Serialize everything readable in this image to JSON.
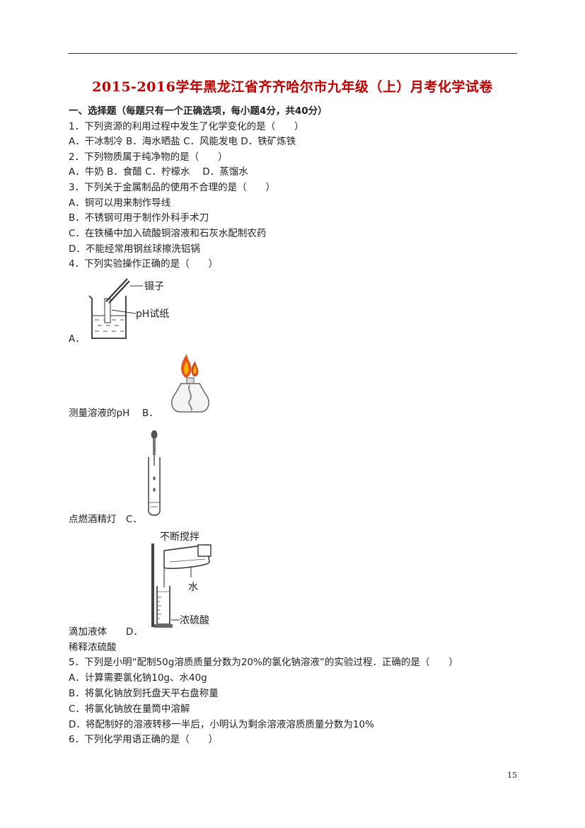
{
  "title": "2015-2016学年黑龙江省齐齐哈尔市九年级（上）月考化学试卷",
  "section": "一、选择题（每题只有一个正确选项，每小题4分，共40分）",
  "lines": {
    "q1": "1．下列资源的利用过程中发生了化学变化的是（　　）",
    "q1_opts": "A．干冰制冷 B．海水晒盐 C．风能发电 D．铁矿炼铁",
    "q2": "2．下列物质属于纯净物的是（　　）",
    "q2_opts": "A．牛奶 B．食醋 C．柠檬水　 D．蒸馏水",
    "q3": "3．下列关于金属制品的使用不合理的是（　　）",
    "q3_a": "A．铜可以用来制作导线",
    "q3_b": "B．不锈钢可用于制作外科手术刀",
    "q3_c": "C．在铁桶中加入硫酸铜溶液和石灰水配制农药",
    "q3_d": "D．不能经常用钢丝球擦洗铝锅",
    "q4": "4．下列实验操作正确的是（　　）",
    "q4_a": "A．",
    "q4_a_text_b": "测量溶液的pH　 B．",
    "q4_b_text_c": "点燃酒精灯　C．",
    "q4_c_text_d": "滴加液体　　D．",
    "q4_d_text": "稀释浓硫酸",
    "q5": "5．下列是小明“配制50g溶质质量分数为20%的氯化钠溶液”的实验过程．正确的是（　　）",
    "q5_a": "A．计算需要氯化钠10g、水40g",
    "q5_b": "B．将氯化钠放到托盘天平右盘称量",
    "q5_c": "C．将氯化钠放在量筒中溶解",
    "q5_d": "D．将配制好的溶液转移一半后，小明认为剩余溶液溶质质量分数为10%",
    "q6": "6．下列化学用语正确的是（　　）"
  },
  "figures": {
    "a_label_tweezers": "镊子",
    "a_label_paper": "pH试纸",
    "d_label_stir": "不断搅拌",
    "d_label_water": "水",
    "d_label_acid": "浓硫酸"
  },
  "page_number": "15"
}
